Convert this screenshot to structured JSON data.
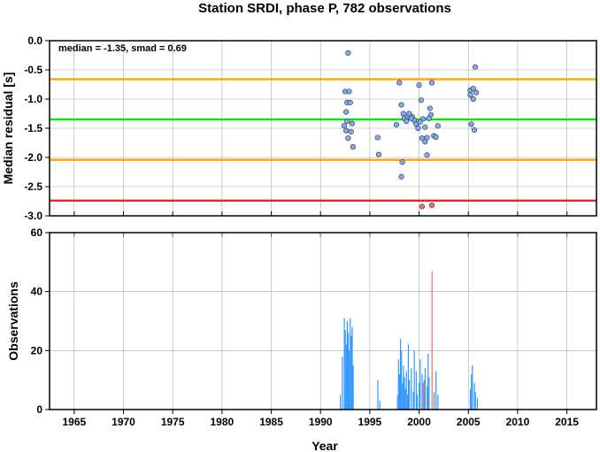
{
  "chart_data": [
    {
      "type": "scatter",
      "title": "Station SRDI, phase P, 782 observations",
      "annotation": "median = -1.35, smad = 0.69",
      "ylabel": "Median residual [s]",
      "xlim": [
        1962.5,
        2018
      ],
      "ylim": [
        -3.0,
        0.0
      ],
      "yticks": [
        "0.0",
        "-0.5",
        "-1.0",
        "-1.5",
        "-2.0",
        "-2.5",
        "-3.0"
      ],
      "grid": true,
      "hlines": [
        {
          "name": "upper-bound",
          "y": -0.66,
          "color": "#ffa500"
        },
        {
          "name": "median",
          "y": -1.35,
          "color": "#00ee00"
        },
        {
          "name": "lower-bound",
          "y": -2.04,
          "color": "#ffa500"
        },
        {
          "name": "outlier-threshold",
          "y": -2.74,
          "color": "#ee2222"
        }
      ],
      "series": [
        {
          "color": "#7faaf5",
          "points": [
            [
              1992.8,
              -0.21
            ],
            [
              1992.5,
              -0.87
            ],
            [
              1992.9,
              -0.87
            ],
            [
              1992.7,
              -1.06
            ],
            [
              1993.0,
              -1.06
            ],
            [
              1992.6,
              -1.22
            ],
            [
              1992.4,
              -1.46
            ],
            [
              1992.7,
              -1.38
            ],
            [
              1993.2,
              -1.42
            ],
            [
              1992.6,
              -1.54
            ],
            [
              1993.1,
              -1.56
            ],
            [
              1992.8,
              -1.67
            ],
            [
              1993.3,
              -1.82
            ],
            [
              1995.8,
              -1.66
            ],
            [
              1995.9,
              -1.95
            ],
            [
              1998.0,
              -0.72
            ],
            [
              1998.2,
              -1.1
            ],
            [
              1998.4,
              -1.25
            ],
            [
              1998.5,
              -1.33
            ],
            [
              1998.7,
              -1.38
            ],
            [
              1998.3,
              -2.08
            ],
            [
              1998.2,
              -2.33
            ],
            [
              1997.7,
              -1.44
            ],
            [
              1998.9,
              -1.3
            ],
            [
              1999.3,
              -1.3
            ],
            [
              1999.5,
              -1.36
            ],
            [
              1999.7,
              -1.43
            ],
            [
              1999.9,
              -1.5
            ],
            [
              2000.0,
              -0.76
            ],
            [
              2000.2,
              -1.02
            ],
            [
              2000.4,
              -1.34
            ],
            [
              2000.6,
              -1.48
            ],
            [
              2000.3,
              -1.67
            ],
            [
              2000.6,
              -1.73
            ],
            [
              2000.8,
              -1.66
            ],
            [
              2000.8,
              -1.96
            ],
            [
              2001.1,
              -1.16
            ],
            [
              2001.2,
              -1.27
            ],
            [
              2001.3,
              -0.72
            ],
            [
              2001.5,
              -1.63
            ],
            [
              2001.7,
              -1.65
            ],
            [
              2001.9,
              -1.46
            ],
            [
              2005.2,
              -0.85
            ],
            [
              2005.5,
              -0.82
            ],
            [
              2005.7,
              -0.45
            ],
            [
              2005.8,
              -0.89
            ],
            [
              2005.5,
              -1.0
            ],
            [
              2005.3,
              -1.43
            ],
            [
              2005.6,
              -1.53
            ],
            [
              2005.2,
              -0.93
            ],
            [
              1999.2,
              -1.33
            ],
            [
              1999.0,
              -1.25
            ],
            [
              2000.1,
              -1.39
            ],
            [
              2001.0,
              -1.33
            ]
          ]
        },
        {
          "color": "#f07070",
          "points": [
            [
              2000.3,
              -2.84
            ],
            [
              2001.3,
              -2.82
            ]
          ]
        }
      ]
    },
    {
      "type": "bar",
      "xlabel": "Year",
      "ylabel": "Observations",
      "xlim": [
        1962.5,
        2018
      ],
      "ylim": [
        0,
        60
      ],
      "xticks": [
        1965,
        1970,
        1975,
        1980,
        1985,
        1990,
        1995,
        2000,
        2005,
        2010,
        2015
      ],
      "yticks": [
        0,
        20,
        40,
        60
      ],
      "grid": true,
      "series": [
        {
          "color": "#3399ff",
          "bars": [
            [
              1992.0,
              5
            ],
            [
              1992.2,
              18
            ],
            [
              1992.4,
              31
            ],
            [
              1992.5,
              27
            ],
            [
              1992.6,
              22
            ],
            [
              1992.7,
              30
            ],
            [
              1992.8,
              26
            ],
            [
              1992.9,
              20
            ],
            [
              1993.0,
              31
            ],
            [
              1993.1,
              25
            ],
            [
              1993.2,
              28
            ],
            [
              1993.3,
              15
            ],
            [
              1995.8,
              10
            ],
            [
              1996.0,
              3
            ],
            [
              1997.8,
              5
            ],
            [
              1997.9,
              17
            ],
            [
              1998.0,
              12
            ],
            [
              1998.1,
              24
            ],
            [
              1998.2,
              20
            ],
            [
              1998.3,
              9
            ],
            [
              1998.4,
              15
            ],
            [
              1998.5,
              11
            ],
            [
              1998.6,
              7
            ],
            [
              1998.7,
              13
            ],
            [
              1998.8,
              5
            ],
            [
              1998.9,
              22
            ],
            [
              1999.0,
              10
            ],
            [
              1999.2,
              14
            ],
            [
              1999.4,
              6
            ],
            [
              1999.5,
              20
            ],
            [
              1999.7,
              13
            ],
            [
              1999.8,
              5
            ],
            [
              2000.0,
              9
            ],
            [
              2000.1,
              17
            ],
            [
              2000.3,
              12
            ],
            [
              2000.5,
              10
            ],
            [
              2000.6,
              14
            ],
            [
              2000.8,
              8
            ],
            [
              2000.9,
              19
            ],
            [
              2001.0,
              11
            ],
            [
              2001.5,
              6
            ],
            [
              2001.7,
              13
            ],
            [
              2001.9,
              5
            ],
            [
              2005.2,
              7
            ],
            [
              2005.3,
              12
            ],
            [
              2005.4,
              15
            ],
            [
              2005.6,
              9
            ],
            [
              2005.7,
              6
            ],
            [
              2005.9,
              4
            ]
          ]
        },
        {
          "color": "#ff6666",
          "bars": [
            [
              2000.4,
              9
            ],
            [
              2001.3,
              47
            ]
          ]
        }
      ]
    }
  ]
}
